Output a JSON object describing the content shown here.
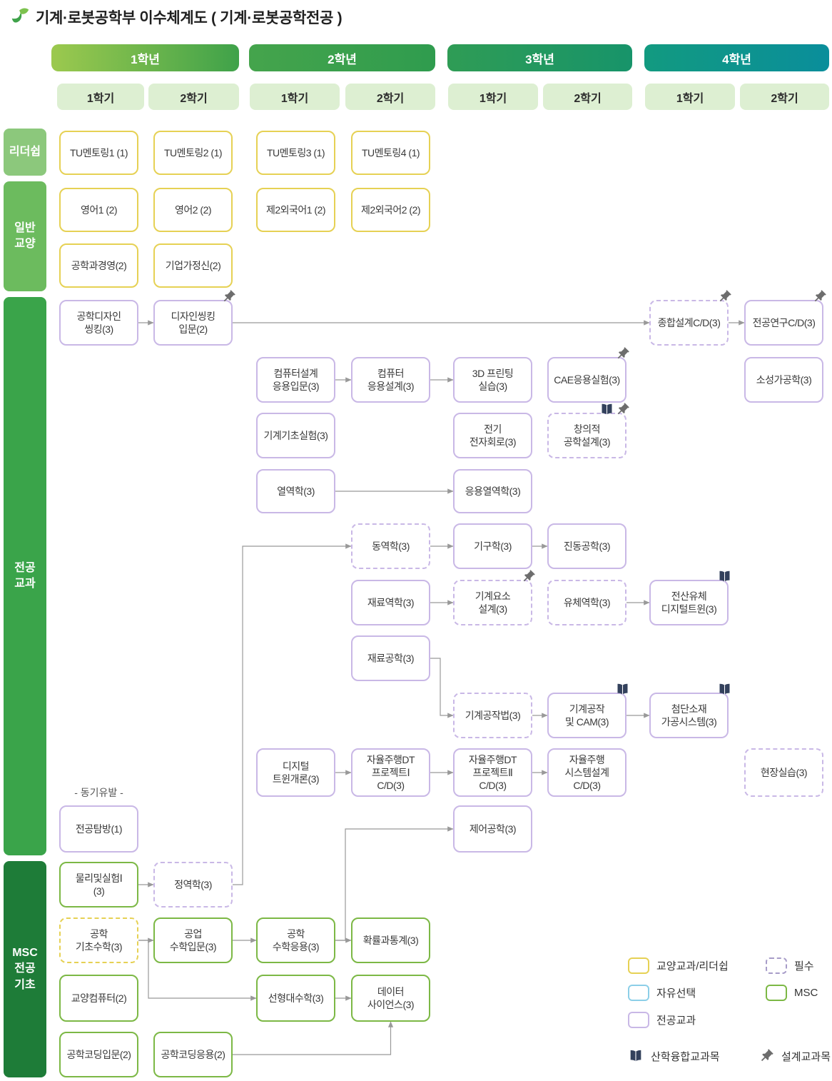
{
  "title": "기계·로봇공학부 이수체계도 ( 기계·로봇공학전공 )",
  "motivation_label": "- 동기유발 -",
  "years": [
    {
      "label": "1학년",
      "semesters": [
        "1학기",
        "2학기"
      ]
    },
    {
      "label": "2학년",
      "semesters": [
        "1학기",
        "2학기"
      ]
    },
    {
      "label": "3학년",
      "semesters": [
        "1학기",
        "2학기"
      ]
    },
    {
      "label": "4학년",
      "semesters": [
        "1학기",
        "2학기"
      ]
    }
  ],
  "categories": [
    {
      "id": "leadership",
      "label": "리더쉽"
    },
    {
      "id": "general-edu",
      "label": "일반\n교양"
    },
    {
      "id": "major",
      "label": "전공\n교과"
    },
    {
      "id": "msc",
      "label": "MSC\n전공\n기초"
    }
  ],
  "colors": {
    "general": "#e6d154",
    "major": "#c9b8e6",
    "msc": "#7cb845",
    "free": "#8ccfe8",
    "required_dash": "#a79cc8",
    "year1": [
      "#9cc94e",
      "#3fa24a"
    ],
    "year2": [
      "#45a44c",
      "#2f9c4e"
    ],
    "year3": [
      "#2f9c55",
      "#17946a"
    ],
    "year4": [
      "#129a80",
      "#0a8e9b"
    ],
    "sidebar": [
      "#8cc87c",
      "#6cbb5e",
      "#3aa44a",
      "#1e7c38"
    ],
    "semester_bg": "#ddefd2",
    "arrow": "#999999"
  },
  "courses": [
    {
      "id": "tu-mentoring-1",
      "label": "TU멘토링1 (1)",
      "col": "c1a",
      "row": "r1",
      "type": "general"
    },
    {
      "id": "english-1",
      "label": "영어1 (2)",
      "col": "c1a",
      "row": "r2",
      "type": "general"
    },
    {
      "id": "eng-management",
      "label": "공학과경영(2)",
      "col": "c1a",
      "row": "r3",
      "type": "general"
    },
    {
      "id": "eng-design-thinking",
      "label": "공학디자인\n씽킹(3)",
      "col": "c1a",
      "row": "r4",
      "type": "major"
    },
    {
      "id": "major-exploration",
      "label": "전공탐방(1)",
      "col": "c1a",
      "row": "r13",
      "type": "major"
    },
    {
      "id": "physics-lab-1",
      "label": "물리및실험Ⅰ\n(3)",
      "col": "c1a",
      "row": "r14",
      "type": "msc"
    },
    {
      "id": "basic-eng-math",
      "label": "공학\n기초수학(3)",
      "col": "c1a",
      "row": "r15",
      "type": "general",
      "dashed": true
    },
    {
      "id": "liberal-computer",
      "label": "교양컴퓨터(2)",
      "col": "c1a",
      "row": "r16",
      "type": "msc"
    },
    {
      "id": "eng-coding-intro",
      "label": "공학코딩입문(2)",
      "col": "c1a",
      "row": "r17",
      "type": "msc"
    },
    {
      "id": "tu-mentoring-2",
      "label": "TU멘토링2 (1)",
      "col": "c1b",
      "row": "r1",
      "type": "general"
    },
    {
      "id": "english-2",
      "label": "영어2 (2)",
      "col": "c1b",
      "row": "r2",
      "type": "general"
    },
    {
      "id": "entrepreneurship",
      "label": "기업가정신(2)",
      "col": "c1b",
      "row": "r3",
      "type": "general"
    },
    {
      "id": "design-thinking-intro",
      "label": "디자인씽킹\n입문(2)",
      "col": "c1b",
      "row": "r4",
      "type": "major",
      "icons": [
        "pin"
      ]
    },
    {
      "id": "statics",
      "label": "정역학(3)",
      "col": "c1b",
      "row": "r14",
      "type": "major",
      "dashed": true
    },
    {
      "id": "eng-math-intro",
      "label": "공업\n수학입문(3)",
      "col": "c1b",
      "row": "r15",
      "type": "msc"
    },
    {
      "id": "eng-coding-apply",
      "label": "공학코딩응용(2)",
      "col": "c1b",
      "row": "r17",
      "type": "msc"
    },
    {
      "id": "tu-mentoring-3",
      "label": "TU멘토링3 (1)",
      "col": "c2a",
      "row": "r1",
      "type": "general"
    },
    {
      "id": "foreign-lang-1",
      "label": "제2외국어1 (2)",
      "col": "c2a",
      "row": "r2",
      "type": "general"
    },
    {
      "id": "cad-intro",
      "label": "컴퓨터설계\n응용입문(3)",
      "col": "c2a",
      "row": "r5",
      "type": "major"
    },
    {
      "id": "mech-basic-lab",
      "label": "기계기초실험(3)",
      "col": "c2a",
      "row": "r6",
      "type": "major"
    },
    {
      "id": "thermodynamics",
      "label": "열역학(3)",
      "col": "c2a",
      "row": "r7",
      "type": "major"
    },
    {
      "id": "digital-twin-intro",
      "label": "디지털\n트윈개론(3)",
      "col": "c2a",
      "row": "r12",
      "type": "major"
    },
    {
      "id": "eng-math-apply",
      "label": "공학\n수학응용(3)",
      "col": "c2a",
      "row": "r15",
      "type": "msc"
    },
    {
      "id": "linear-algebra",
      "label": "선형대수학(3)",
      "col": "c2a",
      "row": "r16",
      "type": "msc"
    },
    {
      "id": "tu-mentoring-4",
      "label": "TU멘토링4 (1)",
      "col": "c2b",
      "row": "r1",
      "type": "general"
    },
    {
      "id": "foreign-lang-2",
      "label": "제2외국어2 (2)",
      "col": "c2b",
      "row": "r2",
      "type": "general"
    },
    {
      "id": "cad-apply",
      "label": "컴퓨터\n응용설계(3)",
      "col": "c2b",
      "row": "r5",
      "type": "major"
    },
    {
      "id": "dynamics",
      "label": "동역학(3)",
      "col": "c2b",
      "row": "r8",
      "type": "major",
      "dashed": true
    },
    {
      "id": "material-mechanics",
      "label": "재료역학(3)",
      "col": "c2b",
      "row": "r9",
      "type": "major"
    },
    {
      "id": "material-engineering",
      "label": "재료공학(3)",
      "col": "c2b",
      "row": "r10",
      "type": "major"
    },
    {
      "id": "auto-dt-project-1",
      "label": "자율주행DT\n프로젝트Ⅰ\nC/D(3)",
      "col": "c2b",
      "row": "r12",
      "type": "major"
    },
    {
      "id": "prob-stat",
      "label": "확률과통계(3)",
      "col": "c2b",
      "row": "r15",
      "type": "msc"
    },
    {
      "id": "data-science",
      "label": "데이터\n사이언스(3)",
      "col": "c2b",
      "row": "r16",
      "type": "msc"
    },
    {
      "id": "printing-3d",
      "label": "3D 프린팅\n실습(3)",
      "col": "c3a",
      "row": "r5",
      "type": "major"
    },
    {
      "id": "electric-circuit",
      "label": "전기\n전자회로(3)",
      "col": "c3a",
      "row": "r6",
      "type": "major"
    },
    {
      "id": "applied-thermo",
      "label": "응용열역학(3)",
      "col": "c3a",
      "row": "r7",
      "type": "major"
    },
    {
      "id": "mechanism",
      "label": "기구학(3)",
      "col": "c3a",
      "row": "r8",
      "type": "major"
    },
    {
      "id": "machine-element-design",
      "label": "기계요소\n설계(3)",
      "col": "c3a",
      "row": "r9",
      "type": "major",
      "dashed": true,
      "icons": [
        "pin"
      ]
    },
    {
      "id": "machining-method",
      "label": "기계공작법(3)",
      "col": "c3a",
      "row": "r11",
      "type": "major",
      "dashed": true
    },
    {
      "id": "auto-dt-project-2",
      "label": "자율주행DT\n프로젝트Ⅱ\nC/D(3)",
      "col": "c3a",
      "row": "r12",
      "type": "major"
    },
    {
      "id": "control-eng",
      "label": "제어공학(3)",
      "col": "c3a",
      "row": "r13",
      "type": "major"
    },
    {
      "id": "cae-lab",
      "label": "CAE응용실험(3)",
      "col": "c3b",
      "row": "r5",
      "type": "major",
      "icons": [
        "pin"
      ]
    },
    {
      "id": "creative-eng-design",
      "label": "창의적\n공학설계(3)",
      "col": "c3b",
      "row": "r6",
      "type": "major",
      "dashed": true,
      "icons": [
        "book",
        "pin"
      ]
    },
    {
      "id": "vibration-eng",
      "label": "진동공학(3)",
      "col": "c3b",
      "row": "r8",
      "type": "major"
    },
    {
      "id": "fluid-mechanics",
      "label": "유체역학(3)",
      "col": "c3b",
      "row": "r9",
      "type": "major",
      "dashed": true
    },
    {
      "id": "machining-cam",
      "label": "기계공작\n및 CAM(3)",
      "col": "c3b",
      "row": "r11",
      "type": "major",
      "icons": [
        "book"
      ]
    },
    {
      "id": "auto-system-design",
      "label": "자율주행\n시스템설계\nC/D(3)",
      "col": "c3b",
      "row": "r12",
      "type": "major"
    },
    {
      "id": "capstone-design",
      "label": "종합설계C/D(3)",
      "col": "c4a",
      "row": "r4",
      "type": "major",
      "dashed": true,
      "icons": [
        "pin"
      ]
    },
    {
      "id": "cfd-digital-twin",
      "label": "전산유체\n디지털트윈(3)",
      "col": "c4a",
      "row": "r9",
      "type": "major",
      "icons": [
        "book"
      ]
    },
    {
      "id": "adv-material-system",
      "label": "첨단소재\n가공시스템(3)",
      "col": "c4a",
      "row": "r11",
      "type": "major",
      "icons": [
        "book"
      ]
    },
    {
      "id": "major-research",
      "label": "전공연구C/D(3)",
      "col": "c4b",
      "row": "r4",
      "type": "major",
      "icons": [
        "pin"
      ]
    },
    {
      "id": "plastic-working",
      "label": "소성가공학(3)",
      "col": "c4b",
      "row": "r5",
      "type": "major"
    },
    {
      "id": "field-practice",
      "label": "현장실습(3)",
      "col": "c4b",
      "row": "r12",
      "type": "major",
      "dashed": true
    }
  ],
  "edges": [
    {
      "from": "eng-design-thinking",
      "to": "design-thinking-intro",
      "route": "h"
    },
    {
      "from": "design-thinking-intro",
      "to": "capstone-design",
      "route": "h"
    },
    {
      "from": "capstone-design",
      "to": "major-research",
      "route": "h"
    },
    {
      "from": "cad-intro",
      "to": "cad-apply",
      "route": "h"
    },
    {
      "from": "cad-apply",
      "to": "printing-3d",
      "route": "h"
    },
    {
      "from": "thermodynamics",
      "to": "applied-thermo",
      "route": "h"
    },
    {
      "from": "dynamics",
      "to": "mechanism",
      "route": "h"
    },
    {
      "from": "mechanism",
      "to": "vibration-eng",
      "route": "h"
    },
    {
      "from": "material-mechanics",
      "to": "machine-element-design",
      "route": "h"
    },
    {
      "from": "fluid-mechanics",
      "to": "cfd-digital-twin",
      "route": "h"
    },
    {
      "from": "material-engineering",
      "to": "machining-method",
      "route": "vh"
    },
    {
      "from": "machining-method",
      "to": "machining-cam",
      "route": "h"
    },
    {
      "from": "machining-cam",
      "to": "adv-material-system",
      "route": "h"
    },
    {
      "from": "digital-twin-intro",
      "to": "auto-dt-project-1",
      "route": "h"
    },
    {
      "from": "auto-dt-project-1",
      "to": "auto-dt-project-2",
      "route": "h"
    },
    {
      "from": "auto-dt-project-2",
      "to": "auto-system-design",
      "route": "h"
    },
    {
      "from": "physics-lab-1",
      "to": "statics",
      "route": "h"
    },
    {
      "from": "statics",
      "to": "dynamics",
      "route": "vh"
    },
    {
      "from": "basic-eng-math",
      "to": "eng-math-intro",
      "route": "h"
    },
    {
      "from": "eng-math-intro",
      "to": "eng-math-apply",
      "route": "h"
    },
    {
      "from": "eng-math-apply",
      "to": "prob-stat",
      "route": "h"
    },
    {
      "from": "eng-math-apply",
      "to": "control-eng",
      "route": "vh"
    },
    {
      "from": "basic-eng-math",
      "to": "linear-algebra",
      "route": "vh"
    },
    {
      "from": "eng-coding-apply",
      "to": "data-science",
      "route": "hv"
    },
    {
      "from": "linear-algebra",
      "to": "data-science",
      "route": "h"
    }
  ],
  "legend": {
    "items": [
      {
        "swatch": "general",
        "label": "교양교과/리더쉽"
      },
      {
        "swatch": "free",
        "label": "자유선택"
      },
      {
        "swatch": "major",
        "label": "전공교과"
      },
      {
        "swatch": "required",
        "label": "필수"
      },
      {
        "swatch": "msc",
        "label": "MSC"
      }
    ],
    "icon_items": [
      {
        "icon": "book",
        "label": "산학융합교과목"
      },
      {
        "icon": "pin",
        "label": "설계교과목"
      }
    ]
  }
}
